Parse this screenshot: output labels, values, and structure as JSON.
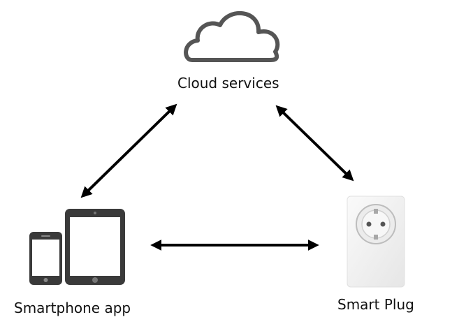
{
  "nodes": {
    "cloud": {
      "label": "Cloud services",
      "icon": "cloud-icon"
    },
    "app": {
      "label": "Smartphone app",
      "icons": [
        "smartphone-icon",
        "tablet-icon"
      ]
    },
    "plug": {
      "label": "Smart Plug",
      "icon": "smart-plug-icon"
    }
  },
  "connections": [
    {
      "from": "Smartphone app",
      "to": "Cloud services",
      "direction": "bidirectional"
    },
    {
      "from": "Cloud services",
      "to": "Smart Plug",
      "direction": "bidirectional"
    },
    {
      "from": "Smartphone app",
      "to": "Smart Plug",
      "direction": "bidirectional"
    }
  ],
  "colors": {
    "arrow": "#000000",
    "icon_outline": "#555555",
    "device_body": "#3a3a3a",
    "device_screen": "#ffffff",
    "plug_body": "#f2f2f2"
  }
}
